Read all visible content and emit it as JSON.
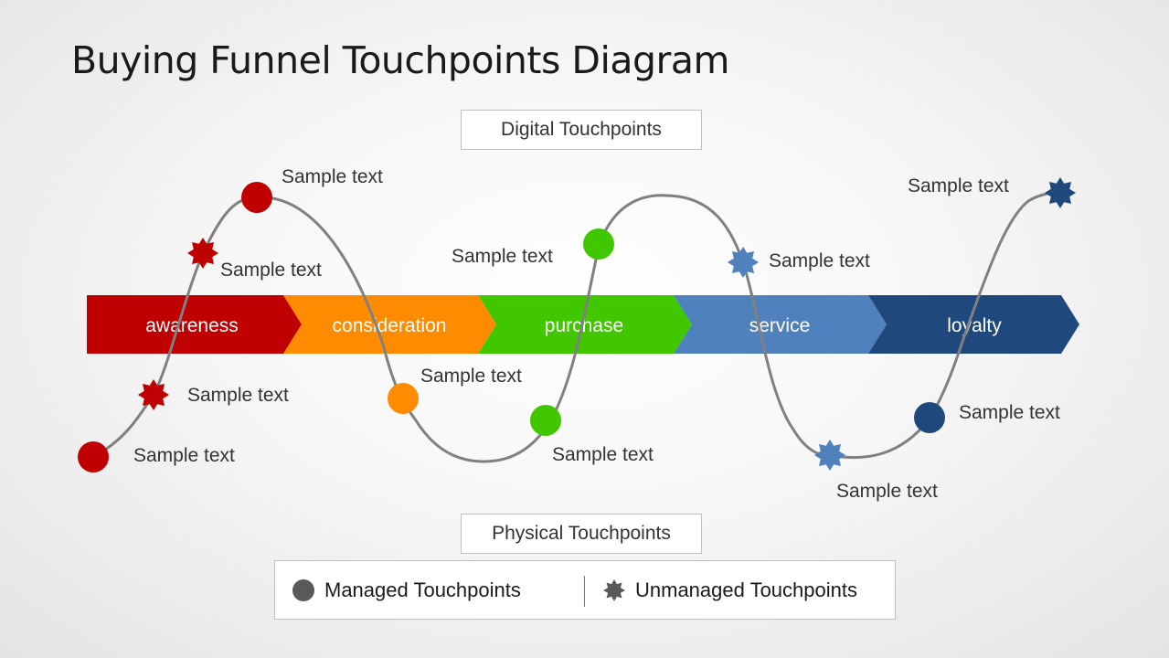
{
  "title": "Buying Funnel Touchpoints Diagram",
  "digital_label": "Digital Touchpoints",
  "physical_label": "Physical Touchpoints",
  "stages": [
    {
      "label": "awareness",
      "color": "#c00000"
    },
    {
      "label": "consideration",
      "color": "#ff8c00"
    },
    {
      "label": "purchase",
      "color": "#41c700"
    },
    {
      "label": "service",
      "color": "#4f81bd"
    },
    {
      "label": "loyalty",
      "color": "#1f497d"
    }
  ],
  "touchpoints": [
    {
      "kind": "managed",
      "color": "#c00000",
      "label": "Sample text"
    },
    {
      "kind": "unmanaged",
      "color": "#c00000",
      "label": "Sample text"
    },
    {
      "kind": "unmanaged",
      "color": "#c00000",
      "label": "Sample text"
    },
    {
      "kind": "managed",
      "color": "#c00000",
      "label": "Sample text"
    },
    {
      "kind": "managed",
      "color": "#ff8c00",
      "label": "Sample text"
    },
    {
      "kind": "managed",
      "color": "#41c700",
      "label": "Sample text"
    },
    {
      "kind": "managed",
      "color": "#41c700",
      "label": "Sample text"
    },
    {
      "kind": "unmanaged",
      "color": "#4f81bd",
      "label": "Sample text"
    },
    {
      "kind": "unmanaged",
      "color": "#4f81bd",
      "label": "Sample text"
    },
    {
      "kind": "managed",
      "color": "#1f497d",
      "label": "Sample text"
    },
    {
      "kind": "unmanaged",
      "color": "#1f497d",
      "label": "Sample text"
    }
  ],
  "legend": {
    "managed_label": "Managed Touchpoints",
    "unmanaged_label": "Unmanaged Touchpoints",
    "icon_color": "#595959"
  },
  "curve_color": "#808080"
}
